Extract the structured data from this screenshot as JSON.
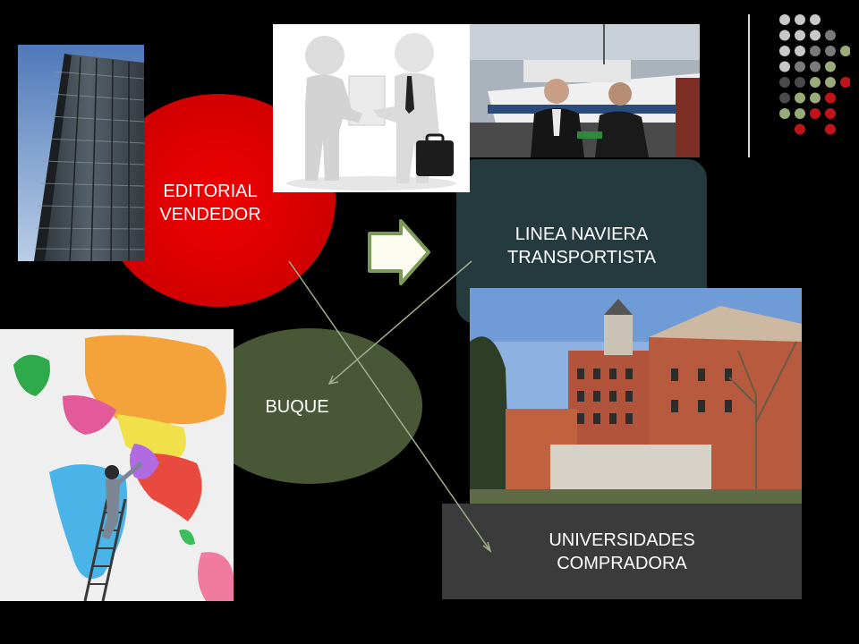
{
  "slide": {
    "editorial": {
      "label": "EDITORIAL\nVENDEDOR",
      "color": "#e00000"
    },
    "naviera": {
      "label": "LINEA NAVIERA\nTRANSPORTISTA",
      "color": "#253a3c"
    },
    "buque": {
      "label": "BUQUE",
      "color": "#4b5a36"
    },
    "universidades": {
      "label": "UNIVERSIDADES\nCOMPRADORA",
      "color": "#3c3c3c"
    }
  },
  "images": {
    "skyscraper": "skyscraper-photo",
    "handshake": "handshake-illustration",
    "ship": "ship-dock-photo",
    "world_map": "world-map-painter-illustration",
    "university": "university-building-photo"
  },
  "decor": {
    "dot_palette": [
      "#c8c8c8",
      "#7a7a7a",
      "#9aab7a",
      "#c0141a",
      "#4a4a4a"
    ]
  }
}
